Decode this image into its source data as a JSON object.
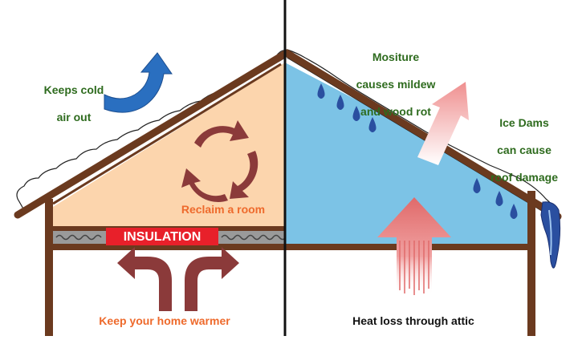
{
  "labels": {
    "keeps_cold_line1": "Keeps cold",
    "keeps_cold_line2": "air out",
    "reclaim": "Reclaim a room",
    "insulation": "INSULATION",
    "keep_warmer": "Keep your home warmer",
    "moisture_line1": "Mositure",
    "moisture_line2": "causes mildew",
    "moisture_line3": "and wood rot",
    "ice_dams_line1": "Ice Dams",
    "ice_dams_line2": "can cause",
    "ice_dams_line3": "roof damage",
    "heat_loss": "Heat loss through attic"
  },
  "colors": {
    "wood": "#6b3a1f",
    "attic_insulated": "#fcd5ad",
    "attic_uninsulated": "#7cc3e6",
    "green_text": "#2e6b1e",
    "orange_text": "#ee6a2c",
    "insulation_red": "#e8202a",
    "cycle_arrows": "#8b3a3a",
    "blue_arrow": "#2a6fc0",
    "heat_arrow": "#e58a8a",
    "drops": "#2a4fa0"
  }
}
